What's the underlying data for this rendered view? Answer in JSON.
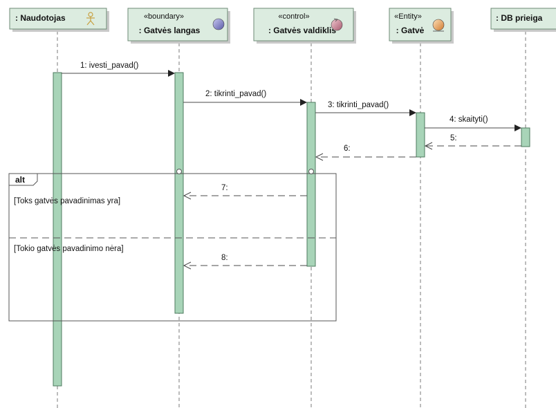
{
  "participants": {
    "actor": {
      "name": ": Naudotojas"
    },
    "boundary": {
      "stereotype": "«boundary»",
      "name": ": Gatvės langas"
    },
    "control": {
      "stereotype": "«control»",
      "name": ": Gatvės valdiklis"
    },
    "entity": {
      "stereotype": "«Entity»",
      "name": ": Gatvė"
    },
    "db": {
      "name": ": DB prieiga"
    }
  },
  "messages": {
    "m1": "1: ivesti_pavad()",
    "m2": "2: tikrinti_pavad()",
    "m3": "3: tikrinti_pavad()",
    "m4": "4: skaityti()",
    "m5": "5:",
    "m6": "6:",
    "m7": "7:",
    "m8": "8:"
  },
  "fragment": {
    "operator": "alt",
    "guard1": "[Toks gatvės pavadinimas yra]",
    "guard2": "[Tokio gatvės pavadinimo nėra]"
  },
  "colors": {
    "header_fill": "#dcece0",
    "activation_fill": "#a8d4b8",
    "boundary_icon": "#8a8ac8",
    "control_icon": "#d49aa8",
    "entity_icon": "#e8a060"
  }
}
